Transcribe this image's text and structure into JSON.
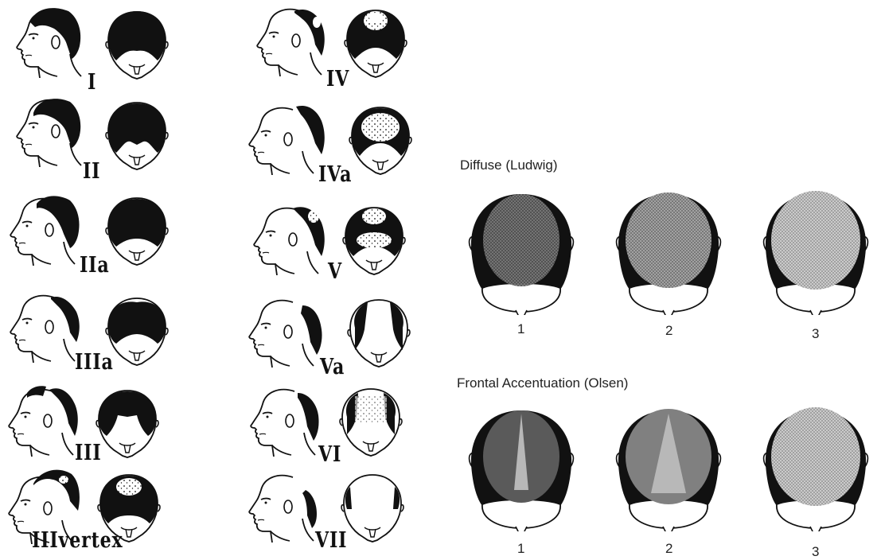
{
  "norwood": {
    "stages": [
      {
        "label": "I"
      },
      {
        "label": "II"
      },
      {
        "label": "IIa"
      },
      {
        "label": "IIIa"
      },
      {
        "label": "III"
      },
      {
        "label": "IIIvertex"
      },
      {
        "label": "IV"
      },
      {
        "label": "IVa"
      },
      {
        "label": "V"
      },
      {
        "label": "Va"
      },
      {
        "label": "VI"
      },
      {
        "label": "VII"
      }
    ]
  },
  "ludwig": {
    "title": "Diffuse (Ludwig)",
    "grades": [
      "1",
      "2",
      "3"
    ]
  },
  "olsen": {
    "title": "Frontal Accentuation (Olsen)",
    "grades": [
      "1",
      "2",
      "3"
    ]
  },
  "colors": {
    "ink": "#111111",
    "shade_dark": "#3a3a3a",
    "shade_mid": "#6e6e6e",
    "shade_light": "#a8a8a8"
  }
}
